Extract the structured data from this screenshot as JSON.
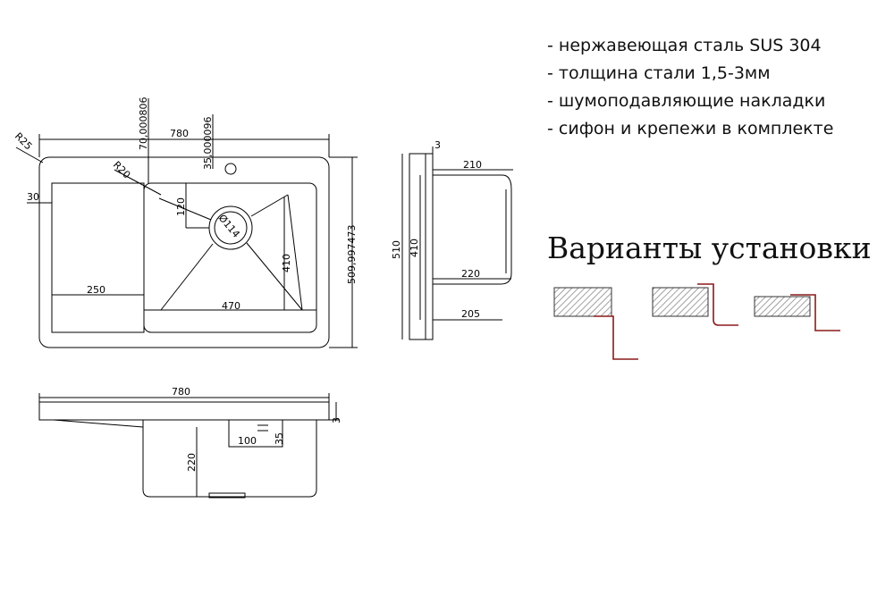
{
  "specs": [
    "- нержавеющая сталь SUS 304",
    "- толщина стали 1,5-3мм",
    "- шумоподавляющие накладки",
    "- сифон и крепежи в комплекте"
  ],
  "variants_title": "Варианты установки",
  "dimensions": {
    "top_view": {
      "width": "780",
      "left_offset": "70,000806",
      "right_offset": "35,000096",
      "corner_radius": "R25",
      "bowl_radius": "R20",
      "height": "509,997473",
      "rim": "30",
      "drain_offset": "120",
      "drain_diameter": "Ø114",
      "bowl_height": "410",
      "wing_width": "250",
      "bowl_width": "470"
    },
    "side_view": {
      "rim": "3",
      "top_depth": "210",
      "height": "510",
      "bowl_height": "410",
      "mid_depth": "220",
      "bottom_depth": "205"
    },
    "front_view": {
      "width": "780",
      "rim": "3",
      "depth": "220",
      "overflow_width": "100",
      "overflow_height": "35"
    }
  },
  "colors": {
    "line": "#000000",
    "mount_line": "#8b1a1a",
    "hatch": "#888888"
  }
}
